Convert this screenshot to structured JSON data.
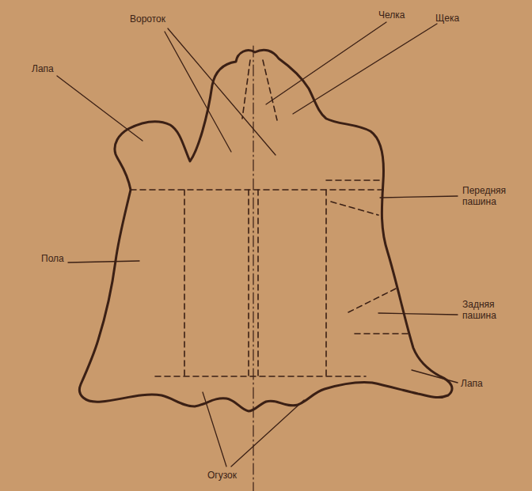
{
  "diagram": {
    "labels": [
      "Вороток",
      "Челка",
      "Лапа",
      "Щека",
      "Передняя пашина",
      "Пола",
      "Задняя пашина",
      "Лапа",
      "Огузок"
    ]
  }
}
